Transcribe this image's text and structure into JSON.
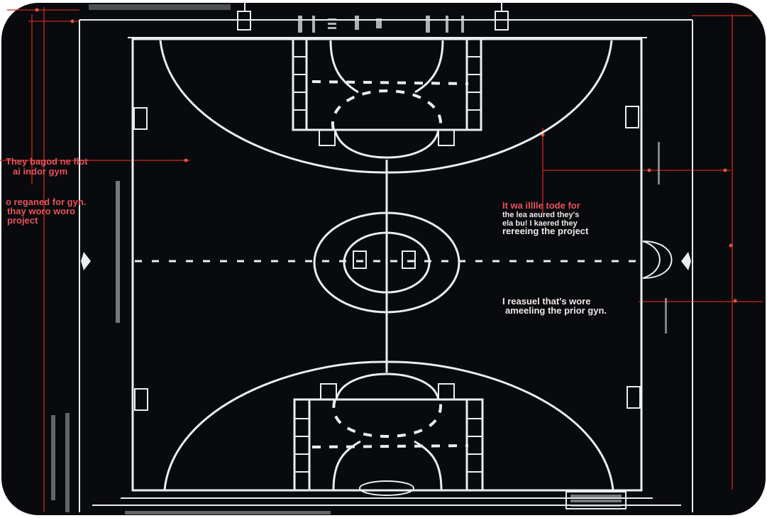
{
  "image": {
    "subject": "Rectangular rubber-backed floor mat printed with a basketball court blueprint",
    "background_color": "#ffffff",
    "mat_color": "#080a0d",
    "line_color": "#e9eef2",
    "annotation_color": "#d0282a"
  },
  "annotations": {
    "left_note_1": [
      "They bagod ne flot",
      "ai indor gym"
    ],
    "left_note_2": [
      "o reganed for gyn.",
      "thay woro woro",
      "project"
    ],
    "right_note_1": [
      "It wa illlle tode for",
      "the lea aeured they's",
      "ela bu! I kaered they",
      "rereeing the project"
    ],
    "right_note_2": [
      "I reasuel that's wore",
      "ameeling the prior gyn."
    ]
  },
  "court": {
    "elements": [
      "sideline",
      "baseline",
      "half-court line",
      "center circle",
      "inner circle",
      "three-point arcs",
      "free-throw lanes",
      "free-throw circles",
      "hash marks",
      "backboard boxes"
    ]
  },
  "fine_print": {
    "bottom_left_vertical": "illegible blueprint specification text",
    "bottom_right_titleblock": "illegible title block",
    "top_header": "illegible dimension text"
  }
}
